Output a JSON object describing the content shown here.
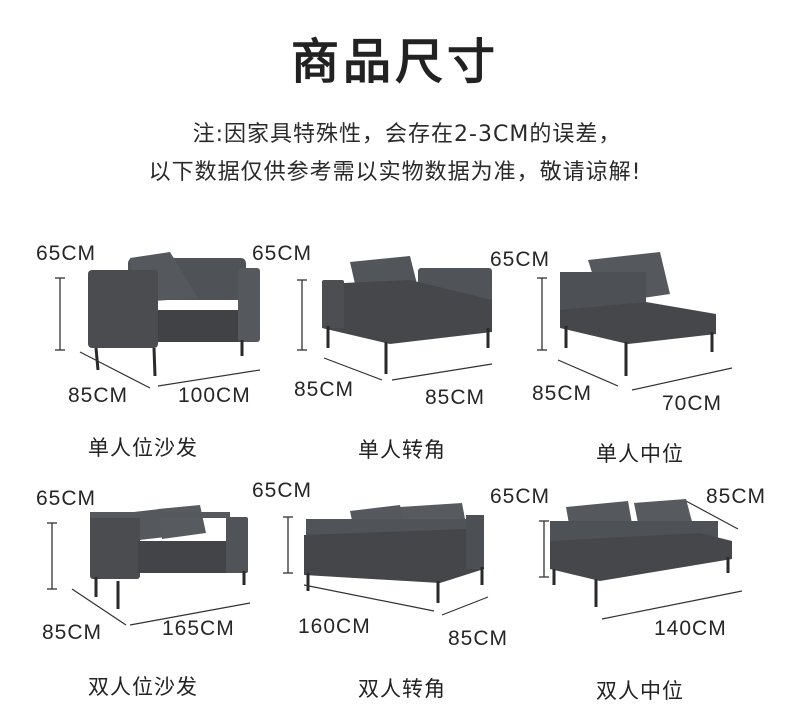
{
  "title": "商品尺寸",
  "notice": {
    "line1": "注:因家具特殊性，会存在2-3CM的误差，",
    "line2": "以下数据仅供参考需以实物数据为准，敬请谅解!"
  },
  "products": [
    {
      "name": "单人位沙发",
      "height": "65CM",
      "depth": "85CM",
      "width": "100CM",
      "type": "single-arm2"
    },
    {
      "name": "单人转角",
      "height": "65CM",
      "depth": "85CM",
      "width": "85CM",
      "type": "single-corner"
    },
    {
      "name": "单人中位",
      "height": "65CM",
      "depth": "85CM",
      "width": "70CM",
      "type": "single-middle"
    },
    {
      "name": "双人位沙发",
      "height": "65CM",
      "depth": "85CM",
      "width": "165CM",
      "type": "double-arm2"
    },
    {
      "name": "双人转角",
      "height": "65CM",
      "depth": "85CM",
      "width": "160CM",
      "type": "double-corner"
    },
    {
      "name": "双人中位",
      "height": "65CM",
      "depth": "85CM",
      "width": "140CM",
      "type": "double-middle"
    }
  ],
  "colors": {
    "fabric": "#4a4c50",
    "fabric_light": "#5d6065",
    "fabric_dark": "#333538",
    "leg": "#2a2a2a",
    "line": "#333333"
  }
}
